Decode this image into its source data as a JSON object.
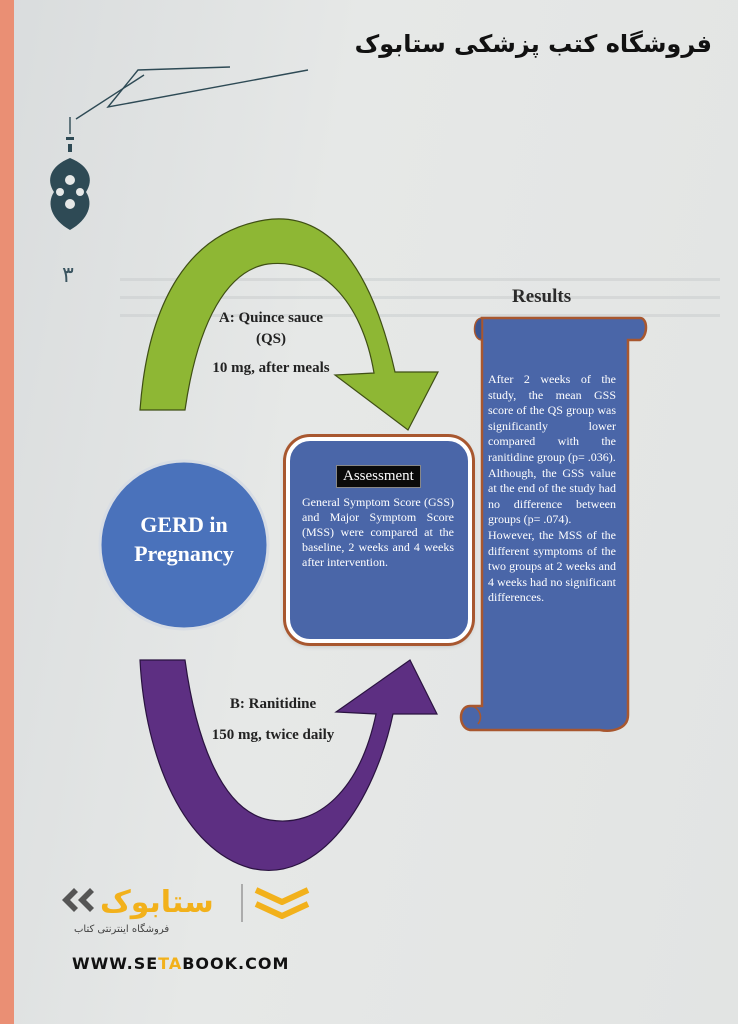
{
  "header": {
    "store_title": "فروشگاه کتب پزشکی ستابوک"
  },
  "page": {
    "number": "۳"
  },
  "diagram": {
    "center_label_line1": "GERD in",
    "center_label_line2": "Pregnancy",
    "arm_a": {
      "line1": "A: Quince sauce",
      "line2": "(QS)",
      "dose": "10 mg, after meals",
      "color": "#8eb734"
    },
    "arm_b": {
      "line1": "B: Ranitidine",
      "dose": "150 mg, twice daily",
      "color": "#5d2f82"
    },
    "assessment": {
      "title": "Assessment",
      "text": "General Symptom Score (GSS) and Major Symptom Score (MSS) were compared at the baseline, 2 weeks and 4 weeks after intervention."
    },
    "results": {
      "title": "Results",
      "p1": "After 2 weeks of the study, the mean GSS score of the QS group was significantly lower compared with the ranitidine group (p= .036).",
      "p2": "Although, the GSS value at the end of the study had no difference between groups (p= .074).",
      "p3": "However, the MSS of the different symptoms of the two groups at 2 weeks and 4 weeks had no significant differences."
    }
  },
  "watermark": {
    "brand": "ستابوک",
    "tagline": "فروشگاه اینترنتی کتاب",
    "website_part1": "WWW.SE",
    "website_highlight": "TA",
    "website_part2": "BOOK.COM"
  },
  "colors": {
    "accent_edge": "#ea8f74",
    "box_blue": "#4a66a8",
    "logo_yellow": "#f2b11b"
  }
}
